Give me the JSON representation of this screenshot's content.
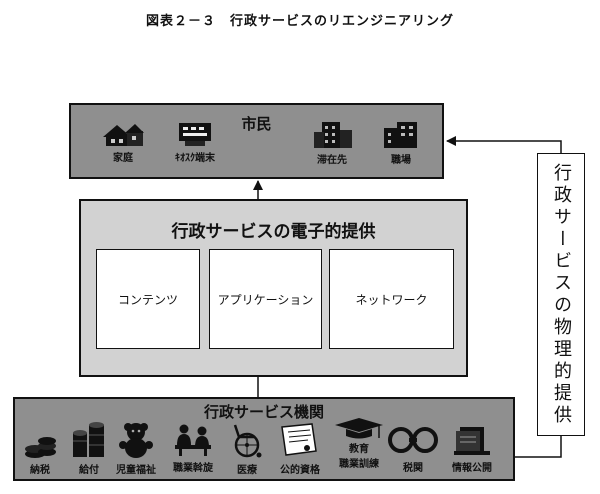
{
  "figure": {
    "title": "図表２－３　行政サービスのリエンジニアリング"
  },
  "citizen": {
    "title": "市民",
    "items": [
      {
        "label": "家庭",
        "icon": "house-icon"
      },
      {
        "label": "ｷｵｽｸ端末",
        "icon": "kiosk-terminal-icon"
      },
      {
        "label": "滞在先",
        "icon": "hotel-building-icon"
      },
      {
        "label": "職場",
        "icon": "office-building-icon"
      }
    ]
  },
  "service": {
    "title": "行政サービスの電子的提供",
    "components": [
      {
        "label": "コンテンツ"
      },
      {
        "label": "アプリケーション"
      },
      {
        "label": "ネットワーク"
      }
    ]
  },
  "agency": {
    "title": "行政サービス機関",
    "items": [
      {
        "label": "納税",
        "icon": "coin-stack-icon"
      },
      {
        "label": "給付",
        "icon": "coin-stack-icon"
      },
      {
        "label": "児童福祉",
        "icon": "teddy-bear-icon"
      },
      {
        "label": "職業斡旋",
        "icon": "job-interview-icon"
      },
      {
        "label": "医療",
        "icon": "wheelchair-icon"
      },
      {
        "label": "公的資格",
        "icon": "certificate-scroll-icon"
      },
      {
        "label": "教育",
        "icon": "mortarboard-icon"
      },
      {
        "label": "職業訓練",
        "icon": "mortarboard-icon"
      },
      {
        "label": "税関",
        "icon": "handcuffs-icon"
      },
      {
        "label": "情報公開",
        "icon": "documents-icon"
      }
    ]
  },
  "side_note": {
    "text": "行政サービスの物理的提供"
  },
  "colors": {
    "dark_panel": "#8f8f8f",
    "light_panel": "#d2d2d2",
    "line": "#111111"
  }
}
